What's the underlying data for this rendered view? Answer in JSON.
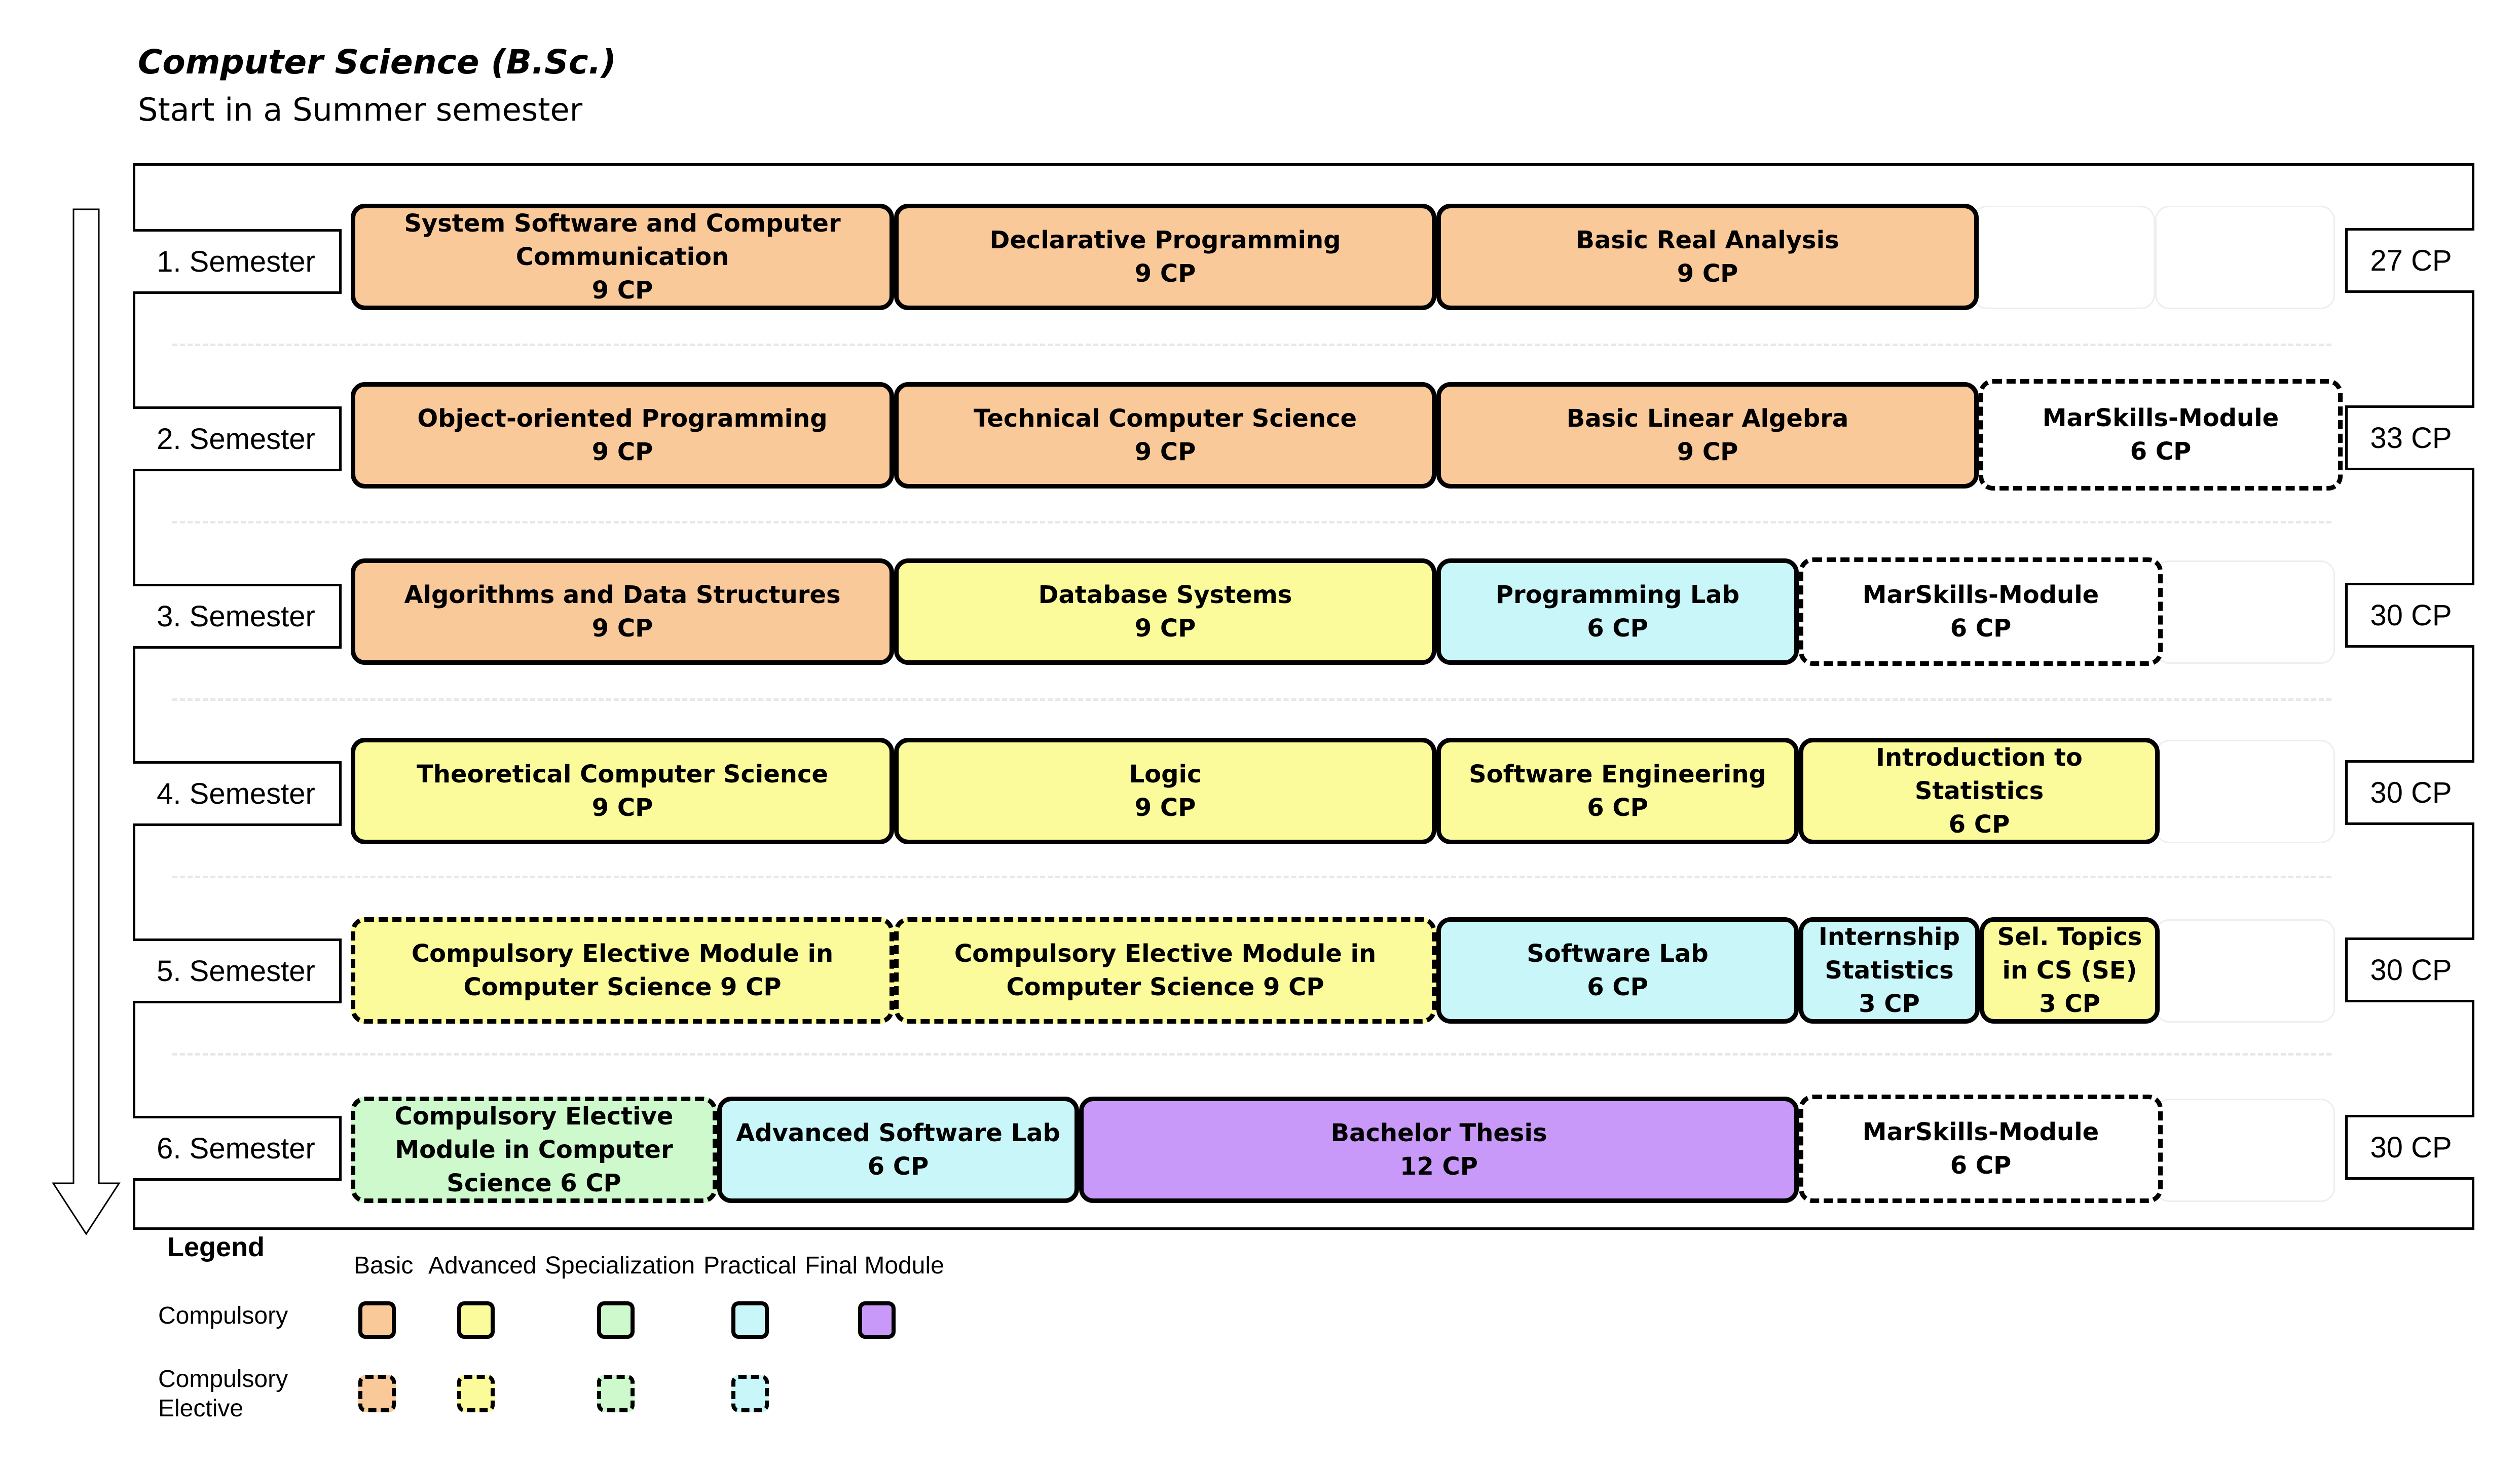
{
  "header": {
    "title": "Computer Science (B.Sc.)",
    "subtitle": "Start in a Summer semester"
  },
  "colors": {
    "basic": "#fac999",
    "advanced": "#fbfb9b",
    "specialization": "#cdf9cd",
    "practical": "#c9f7f9",
    "final_module": "#c999f9"
  },
  "semesters": [
    {
      "label": "1. Semester",
      "cp": "27 CP"
    },
    {
      "label": "2. Semester",
      "cp": "33 CP"
    },
    {
      "label": "3. Semester",
      "cp": "30 CP"
    },
    {
      "label": "4. Semester",
      "cp": "30 CP"
    },
    {
      "label": "5. Semester",
      "cp": "30 CP"
    },
    {
      "label": "6. Semester",
      "cp": "30 CP"
    }
  ],
  "modules": {
    "s1": [
      {
        "name": "System Software and Computer Communication",
        "cp": "9 CP",
        "category": "basic",
        "type": "compulsory"
      },
      {
        "name": "Declarative Programming",
        "cp": "9 CP",
        "category": "basic",
        "type": "compulsory"
      },
      {
        "name": "Basic Real Analysis",
        "cp": "9 CP",
        "category": "basic",
        "type": "compulsory"
      }
    ],
    "s2": [
      {
        "name": "Object-oriented Programming",
        "cp": "9 CP",
        "category": "basic",
        "type": "compulsory"
      },
      {
        "name": "Technical Computer Science",
        "cp": "9 CP",
        "category": "basic",
        "type": "compulsory"
      },
      {
        "name": "Basic Linear Algebra",
        "cp": "9 CP",
        "category": "basic",
        "type": "compulsory"
      },
      {
        "name": "MarSkills-Module",
        "cp": "6 CP",
        "category": "none",
        "type": "elective"
      }
    ],
    "s3": [
      {
        "name": "Algorithms and Data Structures",
        "cp": "9 CP",
        "category": "basic",
        "type": "compulsory"
      },
      {
        "name": "Database Systems",
        "cp": "9 CP",
        "category": "advanced",
        "type": "compulsory"
      },
      {
        "name": "Programming Lab",
        "cp": "6 CP",
        "category": "practical",
        "type": "compulsory"
      },
      {
        "name": "MarSkills-Module",
        "cp": "6 CP",
        "category": "none",
        "type": "elective"
      }
    ],
    "s4": [
      {
        "name": "Theoretical Computer Science",
        "cp": "9 CP",
        "category": "advanced",
        "type": "compulsory"
      },
      {
        "name": "Logic",
        "cp": "9 CP",
        "category": "advanced",
        "type": "compulsory"
      },
      {
        "name": "Software Engineering",
        "cp": "6 CP",
        "category": "advanced",
        "type": "compulsory"
      },
      {
        "name": "Introduction to Statistics",
        "cp": "6 CP",
        "category": "advanced",
        "type": "compulsory"
      }
    ],
    "s5": [
      {
        "name": "Compulsory Elective Module in Computer Science 9 CP",
        "cp": "",
        "category": "advanced",
        "type": "elective"
      },
      {
        "name": "Compulsory Elective Module in Computer Science 9 CP",
        "cp": "",
        "category": "advanced",
        "type": "elective"
      },
      {
        "name": "Software Lab",
        "cp": "6 CP",
        "category": "practical",
        "type": "compulsory"
      },
      {
        "name": "Internship Statistics",
        "cp": "3 CP",
        "category": "practical",
        "type": "compulsory"
      },
      {
        "name": "Sel. Topics in CS (SE)",
        "cp": "3 CP",
        "category": "advanced",
        "type": "compulsory"
      }
    ],
    "s6": [
      {
        "name": "Compulsory Elective Module in Computer Science 6 CP",
        "cp": "",
        "category": "specialization",
        "type": "elective"
      },
      {
        "name": "Advanced Software Lab",
        "cp": "6 CP",
        "category": "practical",
        "type": "compulsory"
      },
      {
        "name": "Bachelor Thesis",
        "cp": "12 CP",
        "category": "final",
        "type": "compulsory"
      },
      {
        "name": "MarSkills-Module",
        "cp": "6 CP",
        "category": "none",
        "type": "elective"
      }
    ]
  },
  "legend": {
    "title": "Legend",
    "columns": [
      "Basic",
      "Advanced",
      "Specialization",
      "Practical",
      "Final Module"
    ],
    "rows": [
      "Compulsory",
      "Compulsory\nElective"
    ]
  }
}
